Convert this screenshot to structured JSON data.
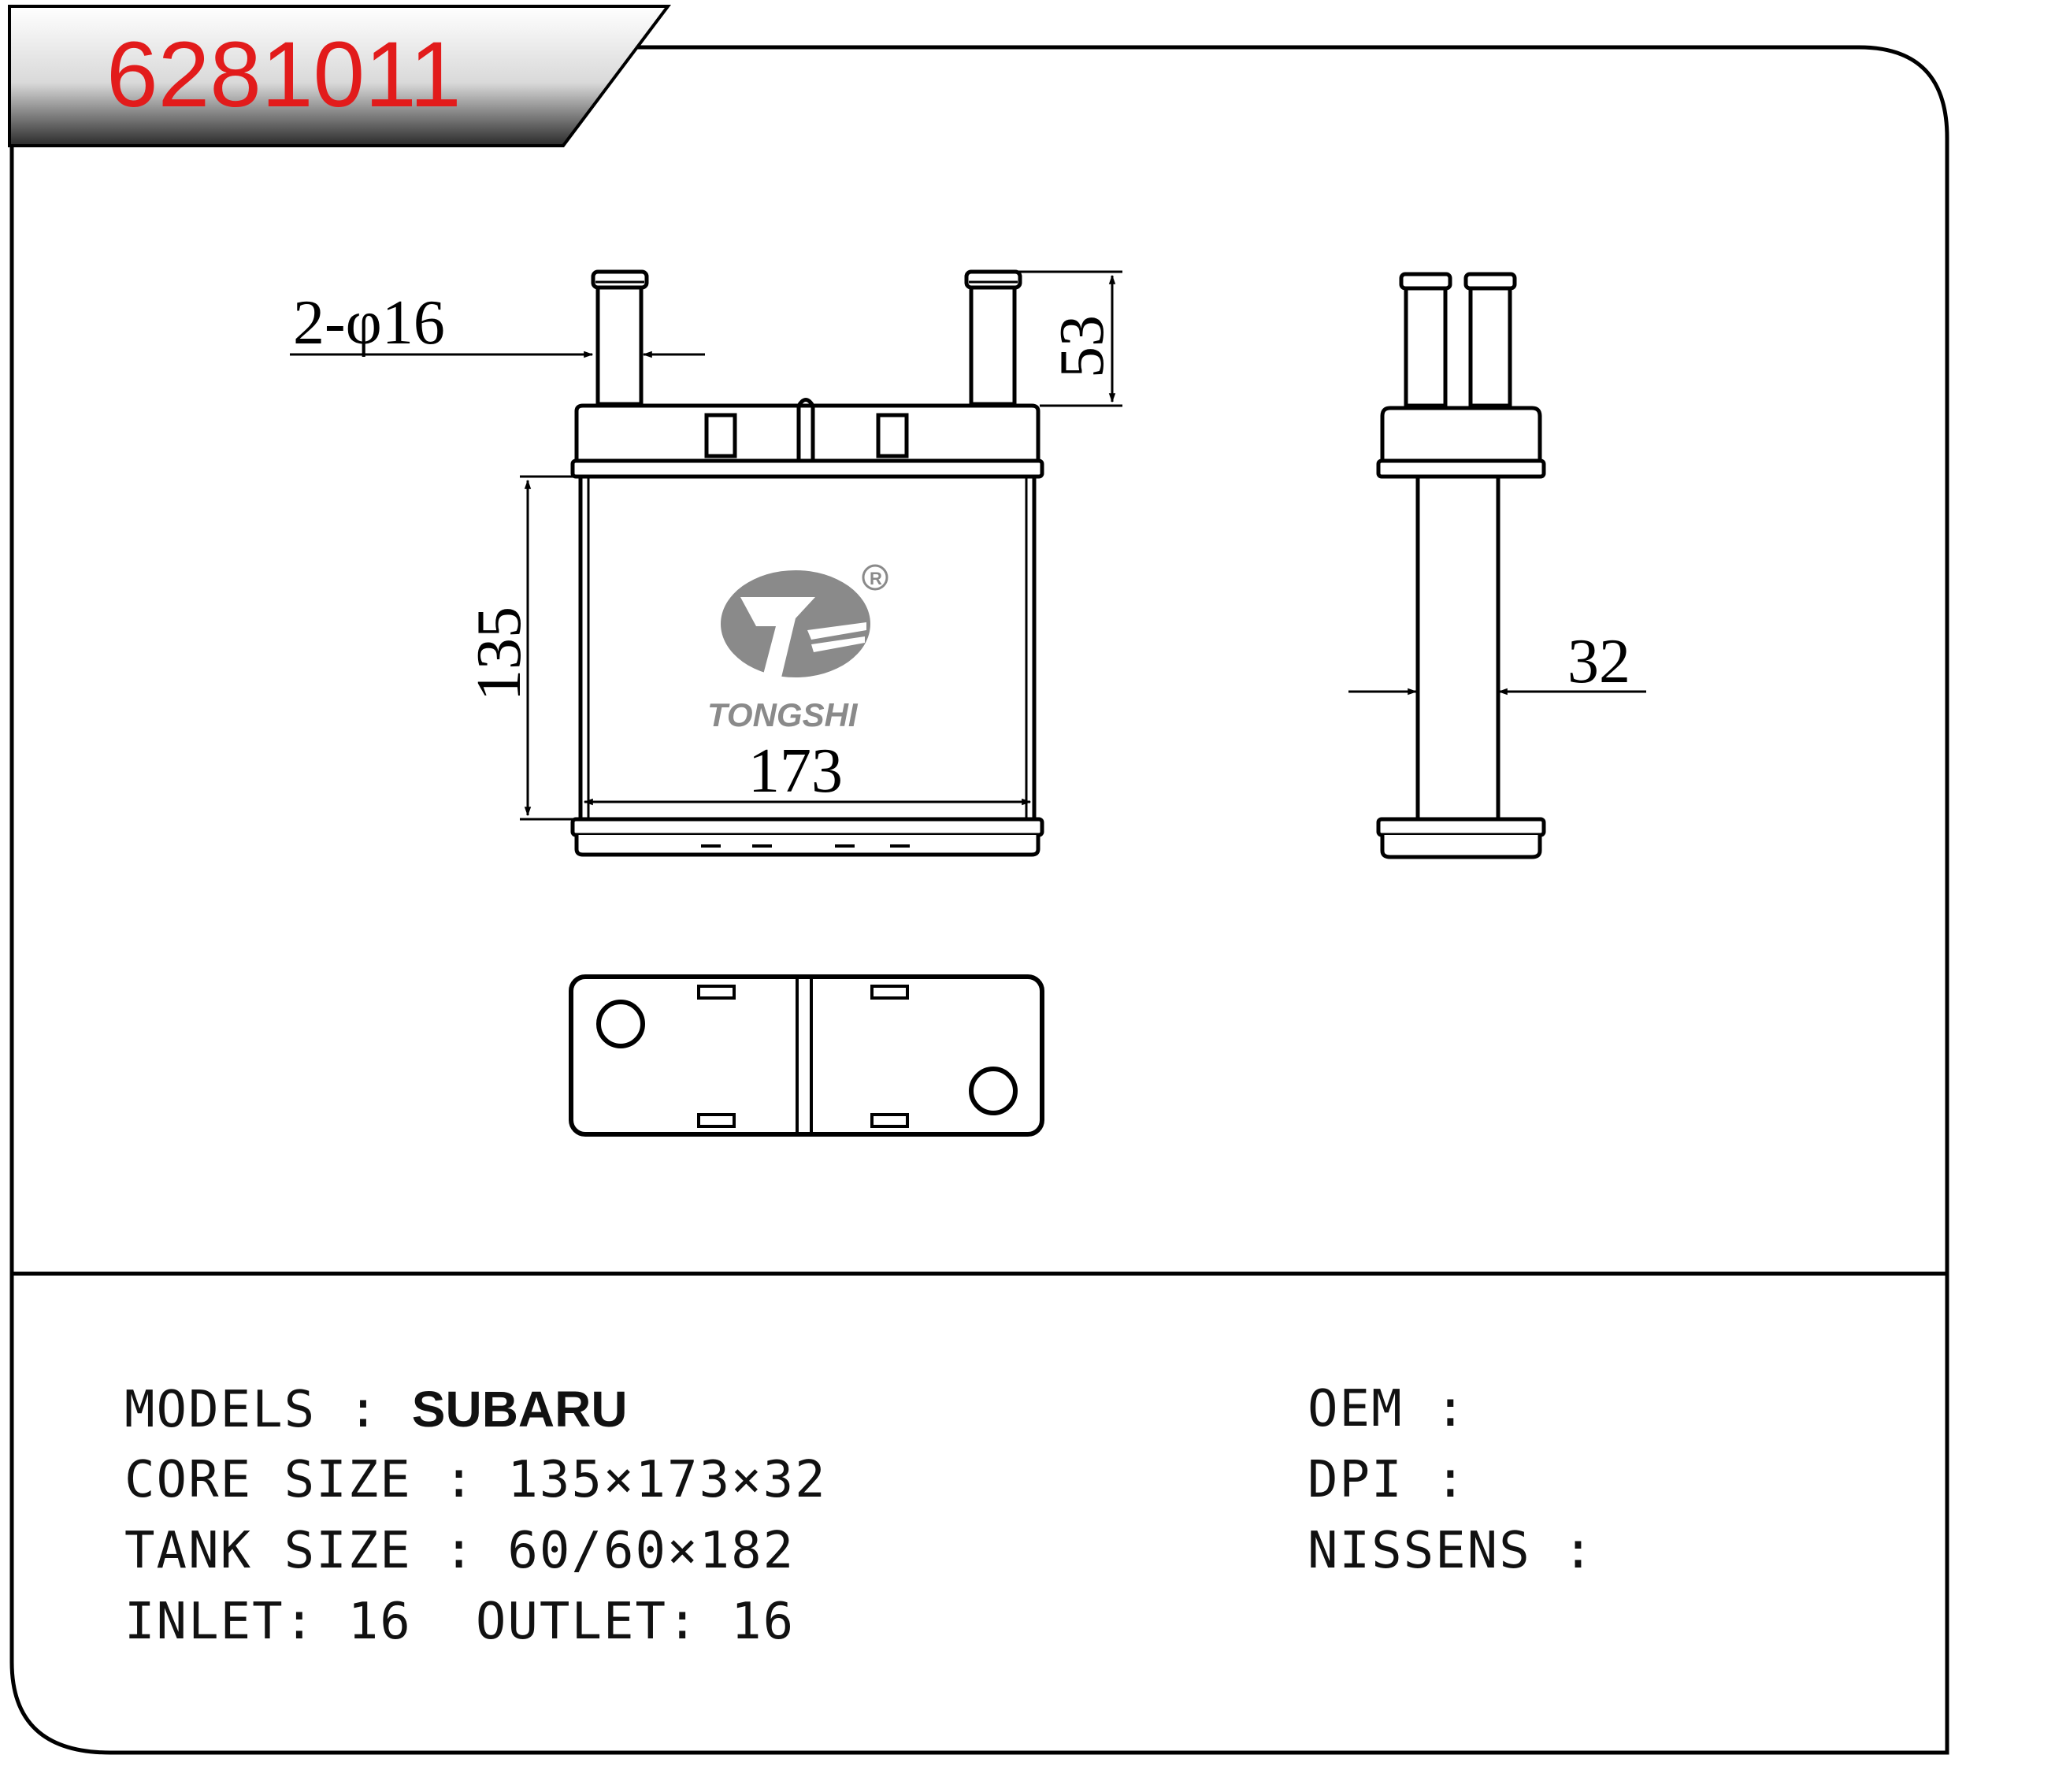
{
  "header": {
    "part_number": "6281011",
    "part_number_color": "#e21b1b"
  },
  "drawing": {
    "pipe_label": "2-φ16",
    "pipe_height": "53",
    "core_height": "135",
    "core_width": "173",
    "core_depth": "32",
    "logo_text": "TONGSHI",
    "registered_mark": "R"
  },
  "specs": {
    "models_label": "MODELS",
    "models_value": "SUBARU",
    "core_size_label": "CORE SIZE",
    "core_size_value": "135×173×32",
    "tank_size_label": "TANK SIZE",
    "tank_size_value": "60/60×182",
    "inlet_label": "INLET:",
    "inlet_value": "16",
    "outlet_label": "OUTLET:",
    "outlet_value": "16",
    "oem_label": "OEM",
    "oem_value": "",
    "dpi_label": "DPI",
    "dpi_value": "",
    "nissens_label": "NISSENS",
    "nissens_value": "",
    "separator": ":"
  }
}
